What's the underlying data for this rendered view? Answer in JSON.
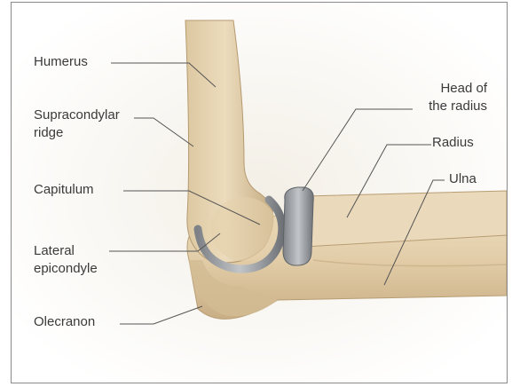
{
  "labels": {
    "humerus": "Humerus",
    "supracondylar": "Supracondylar\nridge",
    "capitulum": "Capitulum",
    "lateral_epicondyle": "Lateral\nepicondyle",
    "olecranon": "Olecranon",
    "head_of_radius": "Head of\nthe radius",
    "radius": "Radius",
    "ulna": "Ulna"
  },
  "colors": {
    "bone": "#e6d3b0",
    "bone_shadow": "#c9b189",
    "cartilage": "#9a9ea3",
    "leader": "#555555"
  }
}
